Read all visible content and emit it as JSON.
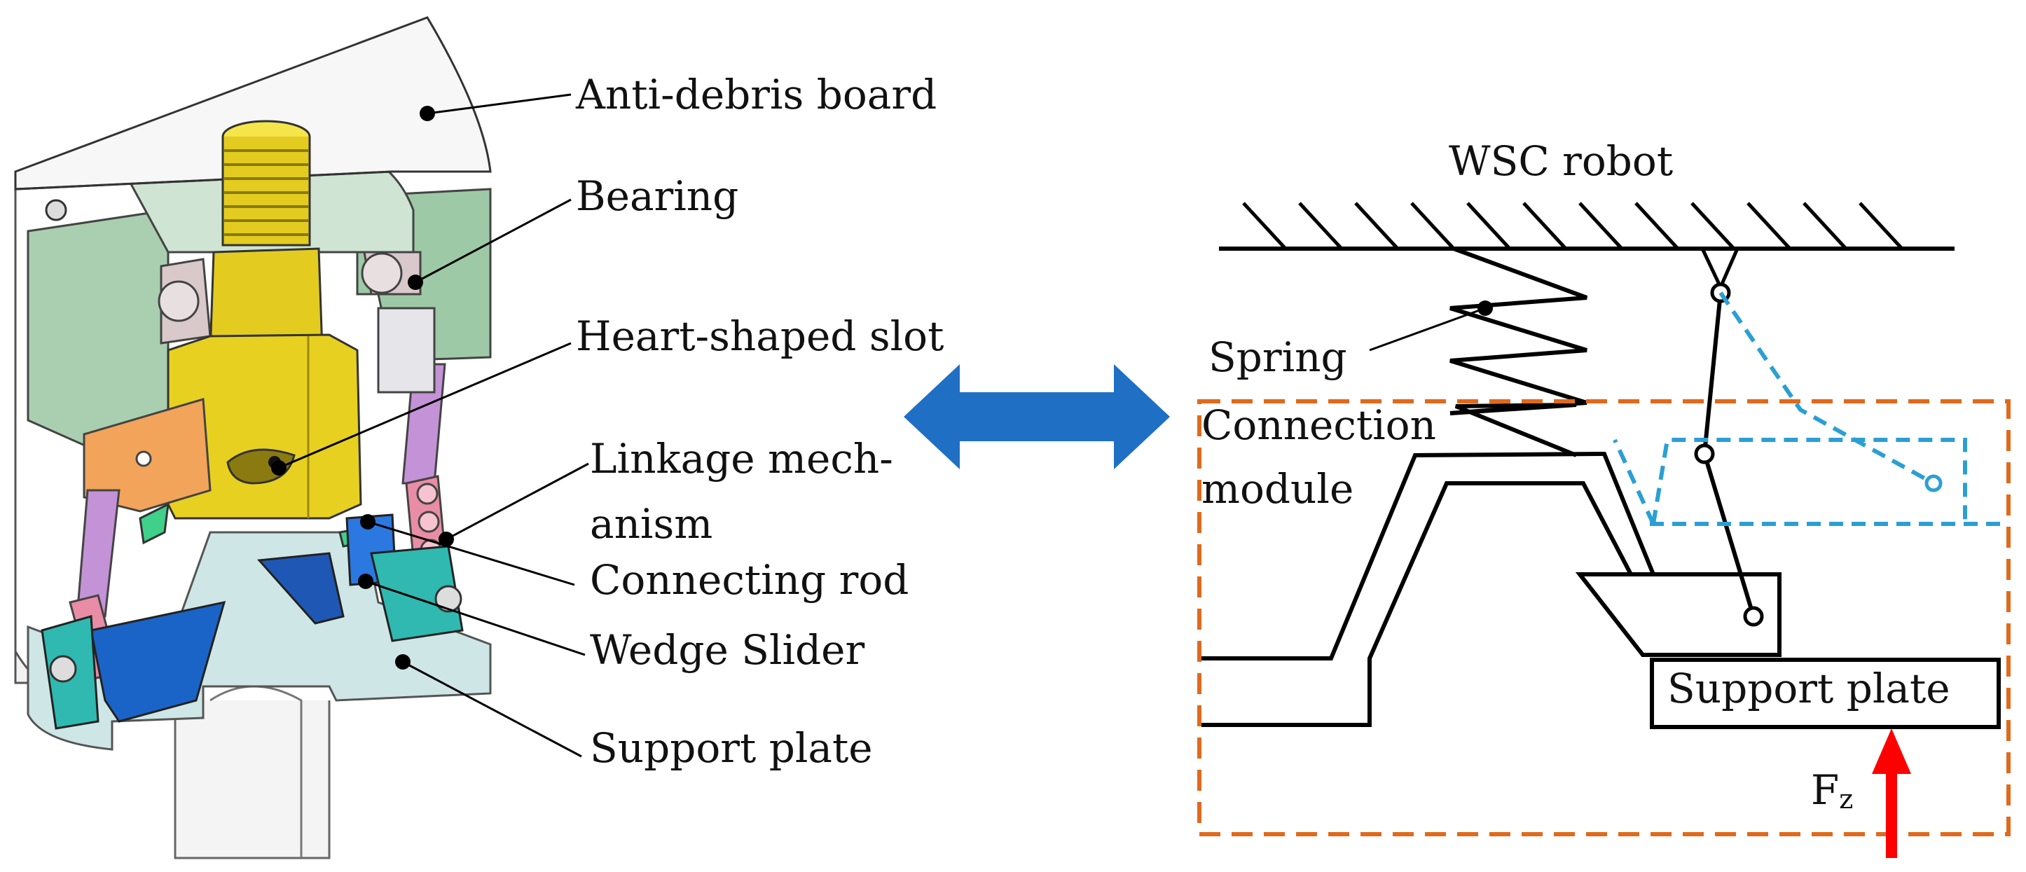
{
  "left_labels": {
    "anti_debris_board": "Anti-debris board",
    "bearing": "Bearing",
    "heart_shaped_slot": "Heart-shaped slot",
    "linkage_line1": "Linkage mech-",
    "linkage_line2": "anism",
    "connecting_rod": "Connecting rod",
    "wedge_slider": "Wedge Slider",
    "support_plate": "Support plate"
  },
  "right_labels": {
    "wsc_robot": "WSC robot",
    "spring": "Spring",
    "connection_line1": "Connection",
    "connection_line2": "module",
    "support_plate": "Support plate",
    "force_main": "F",
    "force_sub": "z"
  },
  "colors": {
    "arrow_blue": "#1f6fc5",
    "dash_orange": "#e06a1b",
    "dash_cyan": "#2b9fd4",
    "force_red": "#ff0000",
    "yellow": "#e3cc1f",
    "green_body": "#a9cfb0",
    "blue_wedge": "#1a64c8",
    "teal": "#2fb9b0",
    "purple": "#c492d6",
    "pink": "#e98da6",
    "orange": "#f2a45a"
  }
}
